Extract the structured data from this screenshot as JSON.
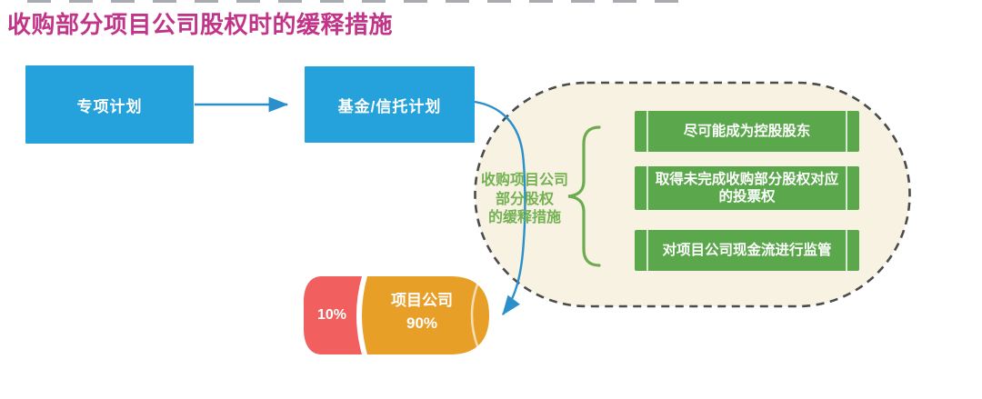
{
  "title": "收购部分项目公司股权时的缓释措施",
  "flow": {
    "box1_label": "专项计划",
    "box2_label": "基金/信托计划"
  },
  "mitigation": {
    "label_line1": "收购项目公司",
    "label_line2": "部分股权",
    "label_line3": "的缓释措施",
    "measures": [
      "尽可能成为控股股东",
      "取得未完成收购部分股权对应的投票权",
      "对项目公司现金流进行监管"
    ]
  },
  "ownership": {
    "minority_pct": "10%",
    "company_name": "项目公司",
    "majority_pct": "90%"
  },
  "colors": {
    "title_magenta": "#c03588",
    "box_blue": "#25a2db",
    "arrow_blue": "#2b8fc9",
    "panel_fill": "#f8f2e2",
    "panel_border": "#4b4b4b",
    "bar_green": "#5ba84c",
    "label_green": "#74b153",
    "cap_red": "#f25f5f",
    "body_orange": "#e89f27"
  }
}
